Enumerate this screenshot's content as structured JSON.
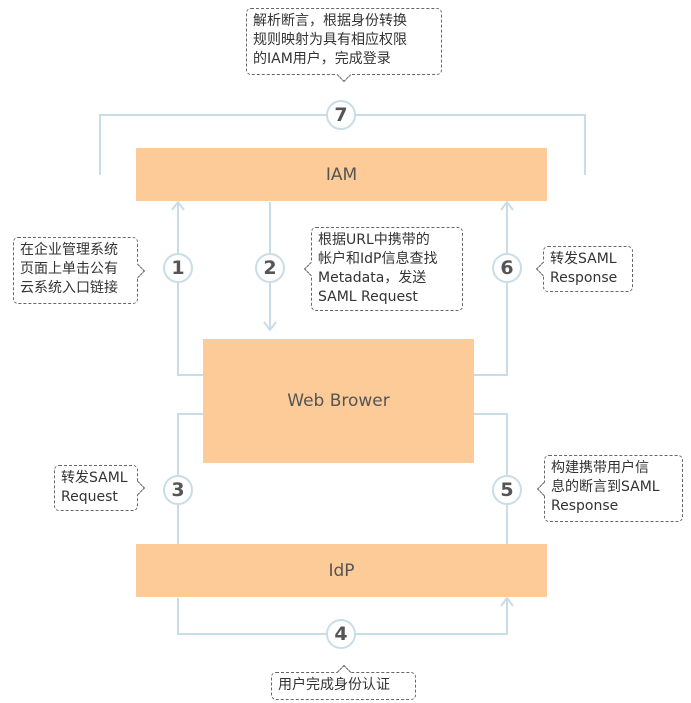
{
  "colors": {
    "block": "#fccb98",
    "connector": "#c8dde7",
    "text": "#555555",
    "note_border": "#666666"
  },
  "blocks": {
    "iam": "IAM",
    "browser": "Web Brower",
    "idp": "IdP"
  },
  "steps": {
    "s1": {
      "num": "1",
      "note": "在企业管理系统\n页面上单击公有\n云系统入口链接"
    },
    "s2": {
      "num": "2",
      "note": "根据URL中携带的\n帐户和IdP信息查找\nMetadata，发送\nSAML Request"
    },
    "s3": {
      "num": "3",
      "note": "转发SAML\nRequest"
    },
    "s4": {
      "num": "4",
      "note": "用户完成身份认证"
    },
    "s5": {
      "num": "5",
      "note": "构建携带用户信\n息的断言到SAML\nResponse"
    },
    "s6": {
      "num": "6",
      "note": "转发SAML\nResponse"
    },
    "s7": {
      "num": "7",
      "note": "解析断言，根据身份转换\n规则映射为具有相应权限\n的IAM用户，完成登录"
    }
  }
}
